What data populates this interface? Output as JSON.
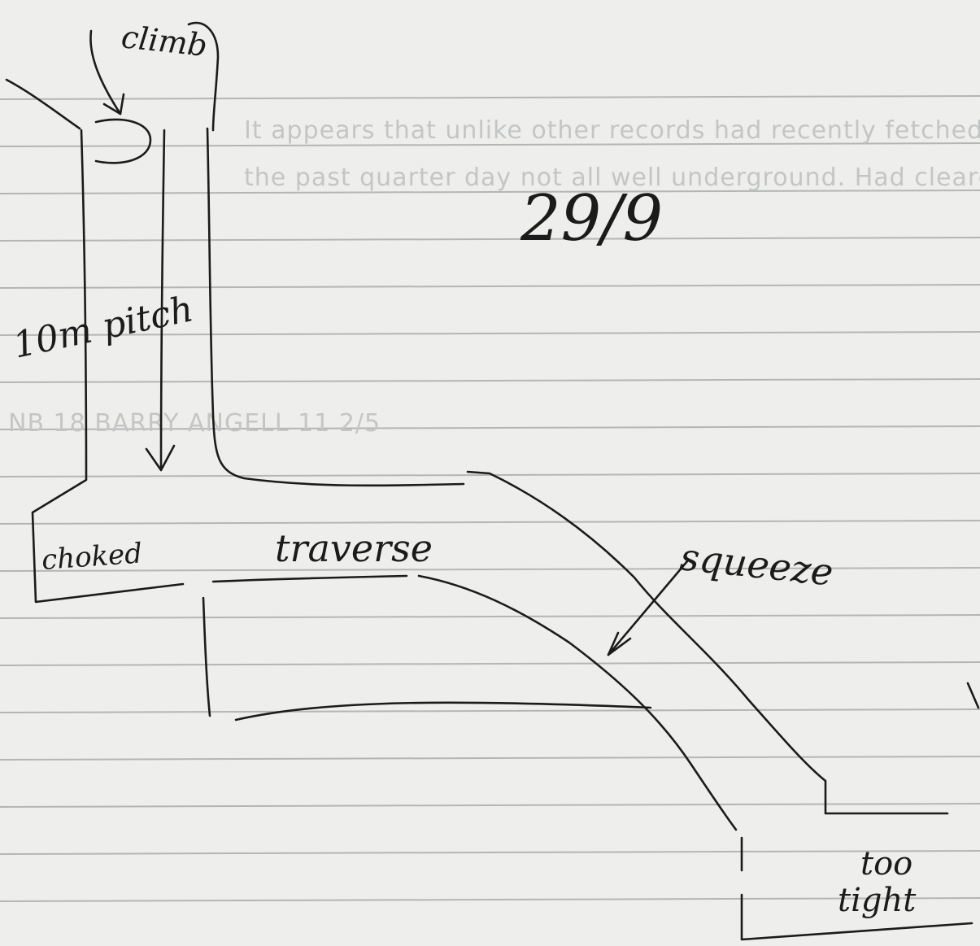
{
  "notes": {
    "climb": "climb",
    "pitch": "10m pitch",
    "grade": "29/9",
    "choked": "choked",
    "traverse": "traverse",
    "squeeze": "squeeze",
    "too_tight": [
      "too",
      "tight"
    ]
  },
  "bleed_through": [
    "It appears that unlike other records had recently fetched or did",
    "the past quarter day not all well underground. Had cleared",
    "NB 18 BARRY ANGELL 11 2/5"
  ],
  "colors": {
    "paper": "#eeeeec",
    "rule": "#b4b6b6",
    "ink": "#1b1b1b",
    "bleed": "#c4c6c6"
  }
}
